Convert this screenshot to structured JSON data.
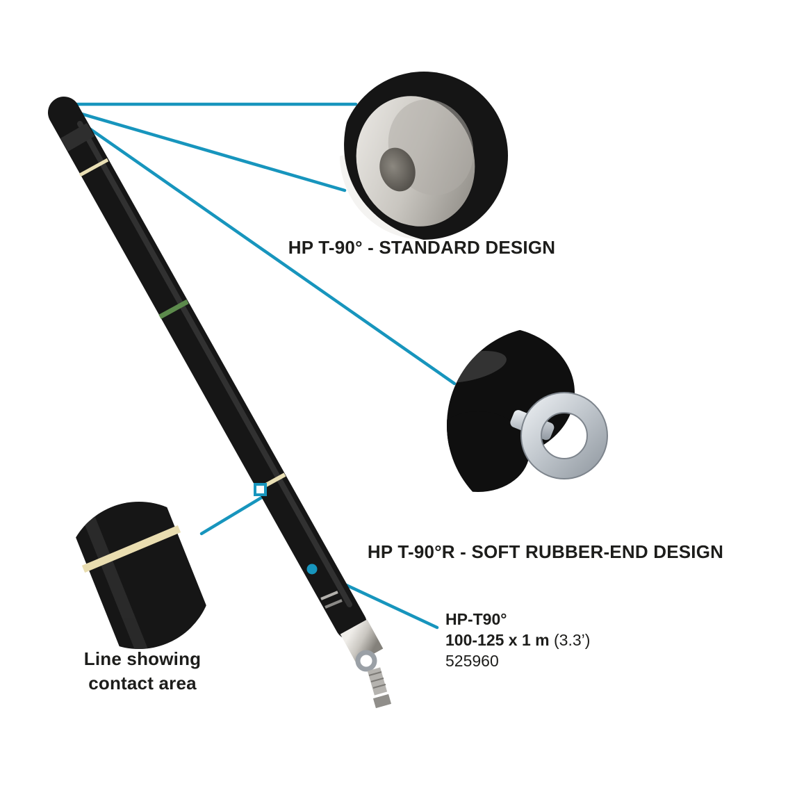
{
  "callouts": {
    "standard": {
      "label": "HP T-90° - STANDARD DESIGN"
    },
    "soft_rubber": {
      "label": "HP T-90°R - SOFT RUBBER-END DESIGN"
    },
    "contact_area": {
      "line1": "Line showing",
      "line2": "contact area"
    }
  },
  "product": {
    "model": "HP-T90°",
    "dimensions": "100-125 x 1 m",
    "dimensions_note": "(3.3’)",
    "article_number": "525960"
  },
  "colors": {
    "accent_teal": "#1795bd",
    "pole_black": "#161616",
    "band_cream": "#e9dfb4",
    "band_green": "#5c8a4c",
    "metal_silver": "#c9c6c0"
  }
}
